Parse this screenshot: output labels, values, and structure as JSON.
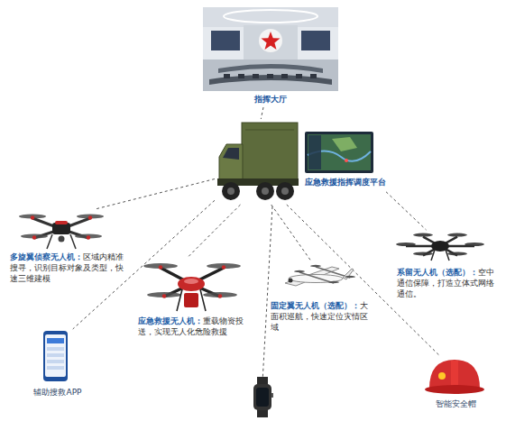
{
  "diagram": {
    "nodes": [
      {
        "text": [
          "指挥大厅"
        ]
      },
      {
        "text": [
          "应急救援指挥调度平台"
        ]
      },
      {
        "text": [
          "多旋翼侦察无人机：",
          "区域内精准搜寻，识别目标对象及类型，快速三维建模"
        ]
      },
      {
        "text": [
          "应急救援无人机：",
          "重载物资投送，实现无人化危险救援"
        ]
      },
      {
        "text": [
          "固定翼无人机（选配）：",
          "大面积巡航，快速定位灾情区域"
        ]
      },
      {
        "text": [
          "系留无人机（选配）：",
          "空中通信保障，打造立体式网络通信。"
        ]
      },
      {
        "text": [
          "辅助搜救APP"
        ]
      },
      {
        "text": [
          "智能安全帽"
        ]
      }
    ],
    "edges": [
      {
        "from": 0,
        "to": 1,
        "arrow": "none"
      },
      {
        "from": 1,
        "to": 2,
        "arrow": "none"
      },
      {
        "from": 1,
        "to": 3,
        "arrow": "none"
      },
      {
        "from": 1,
        "to": 4,
        "arrow": "none"
      },
      {
        "from": 1,
        "to": 5,
        "arrow": "none"
      },
      {
        "from": 1,
        "to": 6,
        "arrow": "none"
      },
      {
        "from": 1,
        "to": 7,
        "arrow": "none"
      }
    ]
  }
}
